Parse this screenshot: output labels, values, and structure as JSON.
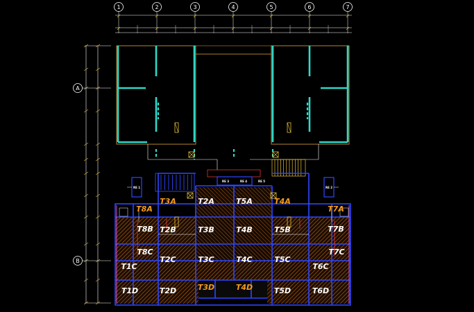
{
  "title": "",
  "axes_columns": [
    "1",
    "2",
    "3",
    "4",
    "5",
    "6",
    "7"
  ],
  "axes_rows": [
    "A",
    "B"
  ],
  "rooms": [
    {
      "id": "T8A",
      "highlight": true
    },
    {
      "id": "T3A",
      "highlight": true
    },
    {
      "id": "T2A",
      "highlight": false
    },
    {
      "id": "T5A",
      "highlight": false
    },
    {
      "id": "T4A",
      "highlight": true
    },
    {
      "id": "T7A",
      "highlight": true
    },
    {
      "id": "T8B",
      "highlight": false
    },
    {
      "id": "T2B",
      "highlight": false
    },
    {
      "id": "T3B",
      "highlight": false
    },
    {
      "id": "T4B",
      "highlight": false
    },
    {
      "id": "T5B",
      "highlight": false
    },
    {
      "id": "T7B",
      "highlight": false
    },
    {
      "id": "T8C",
      "highlight": false
    },
    {
      "id": "T7C",
      "highlight": false
    },
    {
      "id": "T1C",
      "highlight": false
    },
    {
      "id": "T2C",
      "highlight": false
    },
    {
      "id": "T3C",
      "highlight": false
    },
    {
      "id": "T4C",
      "highlight": false
    },
    {
      "id": "T5C",
      "highlight": false
    },
    {
      "id": "T6C",
      "highlight": false
    },
    {
      "id": "T1D",
      "highlight": false
    },
    {
      "id": "T2D",
      "highlight": false
    },
    {
      "id": "T3D",
      "highlight": true
    },
    {
      "id": "T4D",
      "highlight": true
    },
    {
      "id": "T5D",
      "highlight": false
    },
    {
      "id": "T6D",
      "highlight": false
    }
  ],
  "colors": {
    "background": "#000000",
    "wall_cyan": "#2fd8c8",
    "wall_blue": "#2e46ff",
    "hatch_orange": "#b8611a",
    "label_highlight": "#f59a1e",
    "dim_red": "#ff3b3b",
    "outline_yellow": "#e8c23a"
  }
}
